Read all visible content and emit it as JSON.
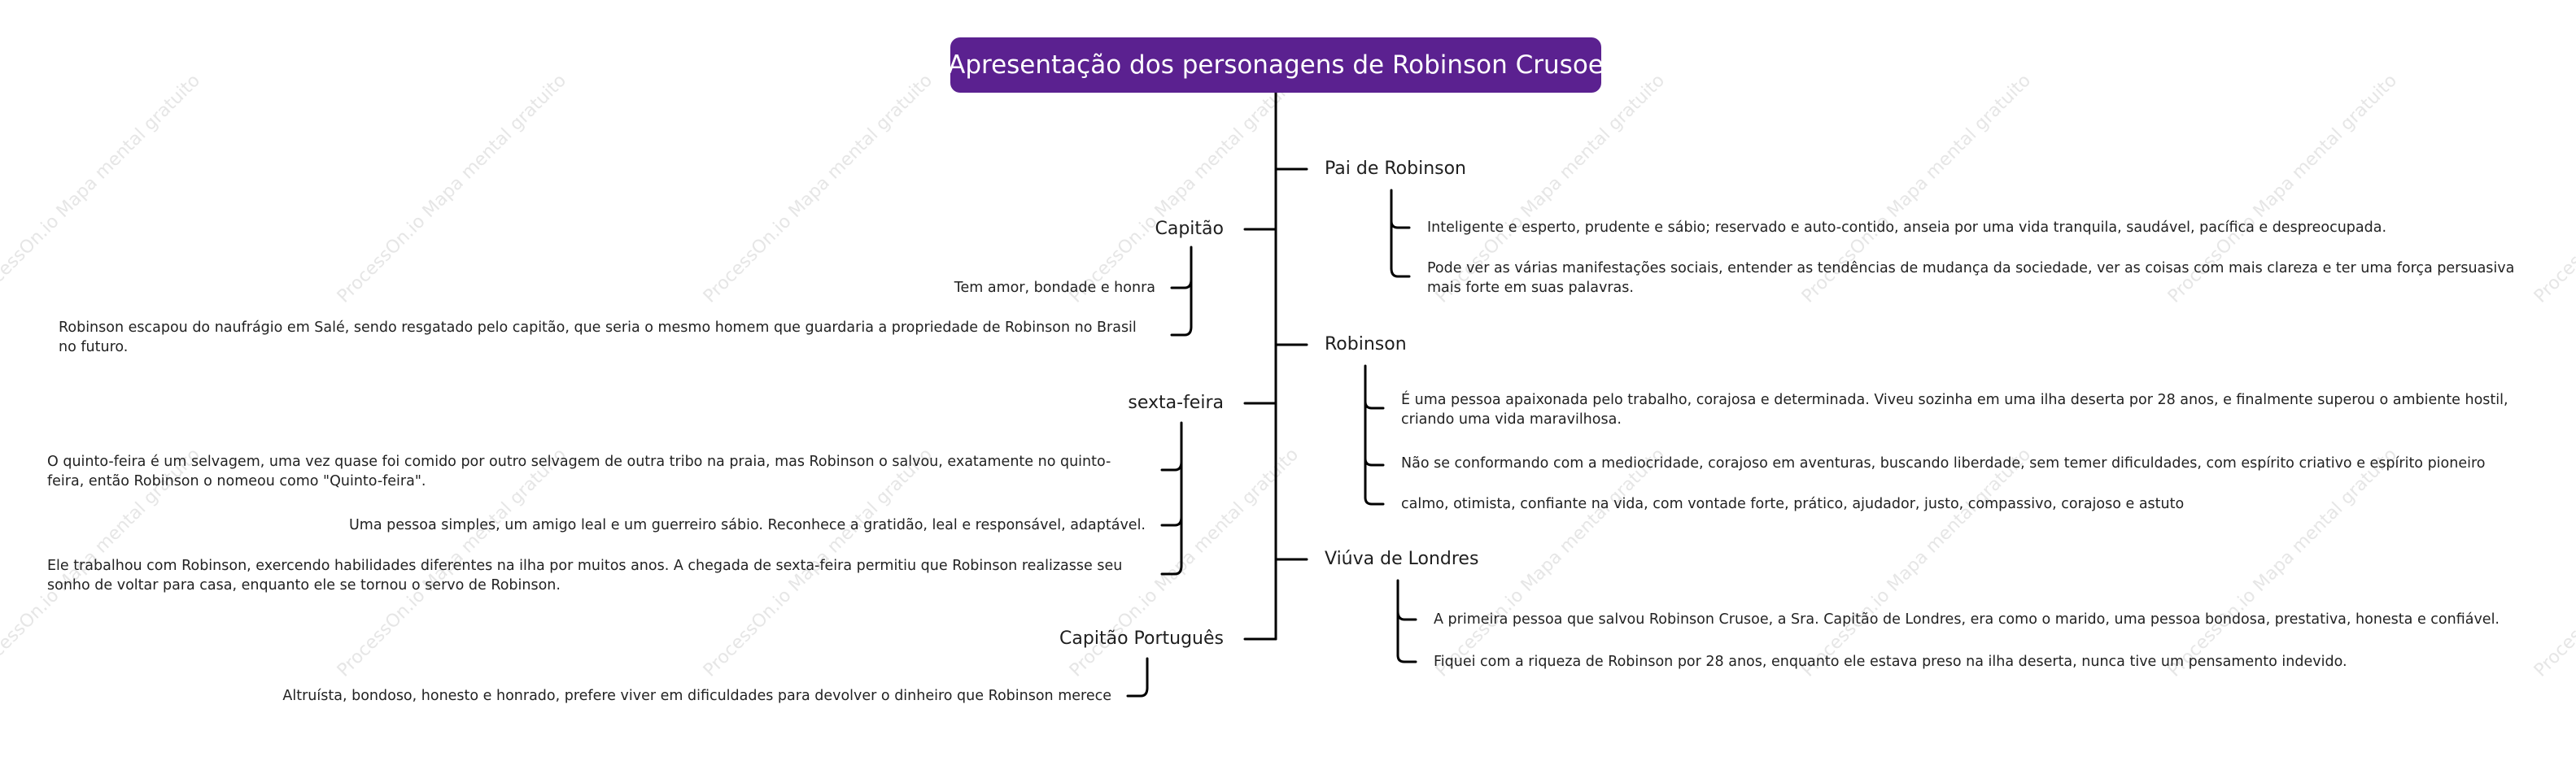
{
  "root": {
    "title": "Apresentação dos personagens de Robinson Crusoe"
  },
  "watermark": {
    "text": "ProcessOn.io Mapa mental gratuito"
  },
  "colors": {
    "root_bg": "#5b2190",
    "line": "#000000",
    "watermark": "#e6e6e6"
  },
  "right_branches": [
    {
      "title": "Pai de Robinson",
      "details": [
        "Inteligente e esperto, prudente e sábio; reservado e auto-contido, anseia por uma vida tranquila, saudável, pacífica e despreocupada.",
        "Pode ver as várias manifestações sociais, entender as tendências de mudança da sociedade, ver as coisas com mais clareza e ter uma força persuasiva mais forte em suas palavras."
      ]
    },
    {
      "title": "Robinson",
      "details": [
        "É uma pessoa apaixonada pelo trabalho, corajosa e determinada. Viveu sozinha em uma ilha deserta por 28 anos, e finalmente superou o ambiente hostil, criando uma vida maravilhosa.",
        "Não se conformando com a mediocridade, corajoso em aventuras, buscando liberdade, sem temer dificuldades, com espírito criativo e espírito pioneiro",
        "calmo, otimista, confiante na vida, com vontade forte, prático, ajudador, justo, compassivo, corajoso e astuto"
      ]
    },
    {
      "title": "Viúva de Londres",
      "details": [
        "A primeira pessoa que salvou Robinson Crusoe, a Sra. Capitão de Londres, era como o marido, uma pessoa bondosa, prestativa, honesta e confiável.",
        "Fiquei com a riqueza de Robinson por 28 anos, enquanto ele estava preso na ilha deserta, nunca tive um pensamento indevido."
      ]
    }
  ],
  "left_branches": [
    {
      "title": "Capitão",
      "details": [
        "Tem amor, bondade e honra",
        "Robinson escapou do naufrágio em Salé, sendo resgatado pelo capitão, que seria o mesmo homem que guardaria a propriedade de Robinson no Brasil no futuro."
      ]
    },
    {
      "title": "sexta-feira",
      "details": [
        "O quinto-feira é um selvagem, uma vez quase foi comido por outro selvagem de outra tribo na praia, mas Robinson o salvou, exatamente no quinto-feira, então Robinson o nomeou como \"Quinto-feira\".",
        "Uma pessoa simples, um amigo leal e um guerreiro sábio. Reconhece a gratidão, leal e responsável, adaptável.",
        "Ele trabalhou com Robinson, exercendo habilidades diferentes na ilha por muitos anos. A chegada de sexta-feira permitiu que Robinson realizasse seu sonho de voltar para casa, enquanto ele se tornou o servo de Robinson."
      ]
    },
    {
      "title": "Capitão Português",
      "details": [
        "Altruísta, bondoso, honesto e honrado, prefere viver em dificuldades para devolver o dinheiro que Robinson merece"
      ]
    }
  ]
}
